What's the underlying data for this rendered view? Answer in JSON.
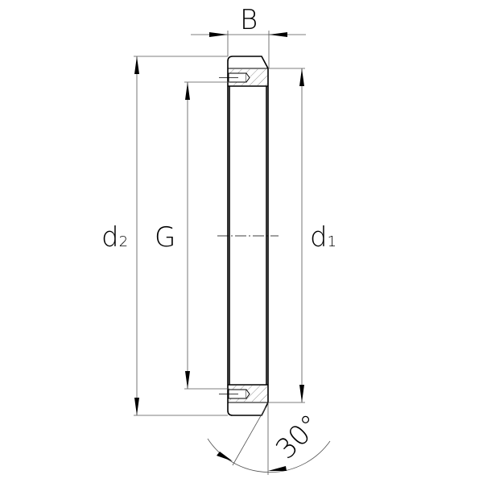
{
  "drawing": {
    "dimensions": {
      "width_label": "B",
      "outer_diameter_label": "d",
      "outer_diameter_sub": "2",
      "thread_label": "G",
      "bore_label": "d",
      "bore_sub": "1",
      "angle_label": "30°"
    },
    "colors": {
      "line": "#000000",
      "thin": "#555555"
    }
  }
}
